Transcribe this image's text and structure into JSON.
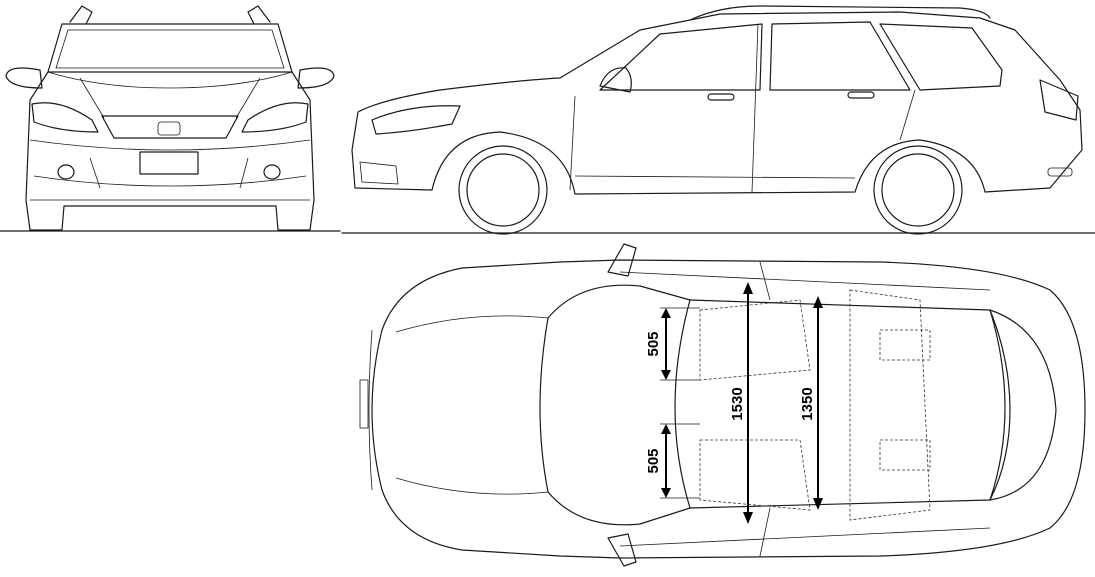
{
  "dimensions": {
    "front_seat_width_upper": "505",
    "front_seat_width_lower": "505",
    "cabin_width_front": "1530",
    "cabin_width_rear": "1350"
  }
}
